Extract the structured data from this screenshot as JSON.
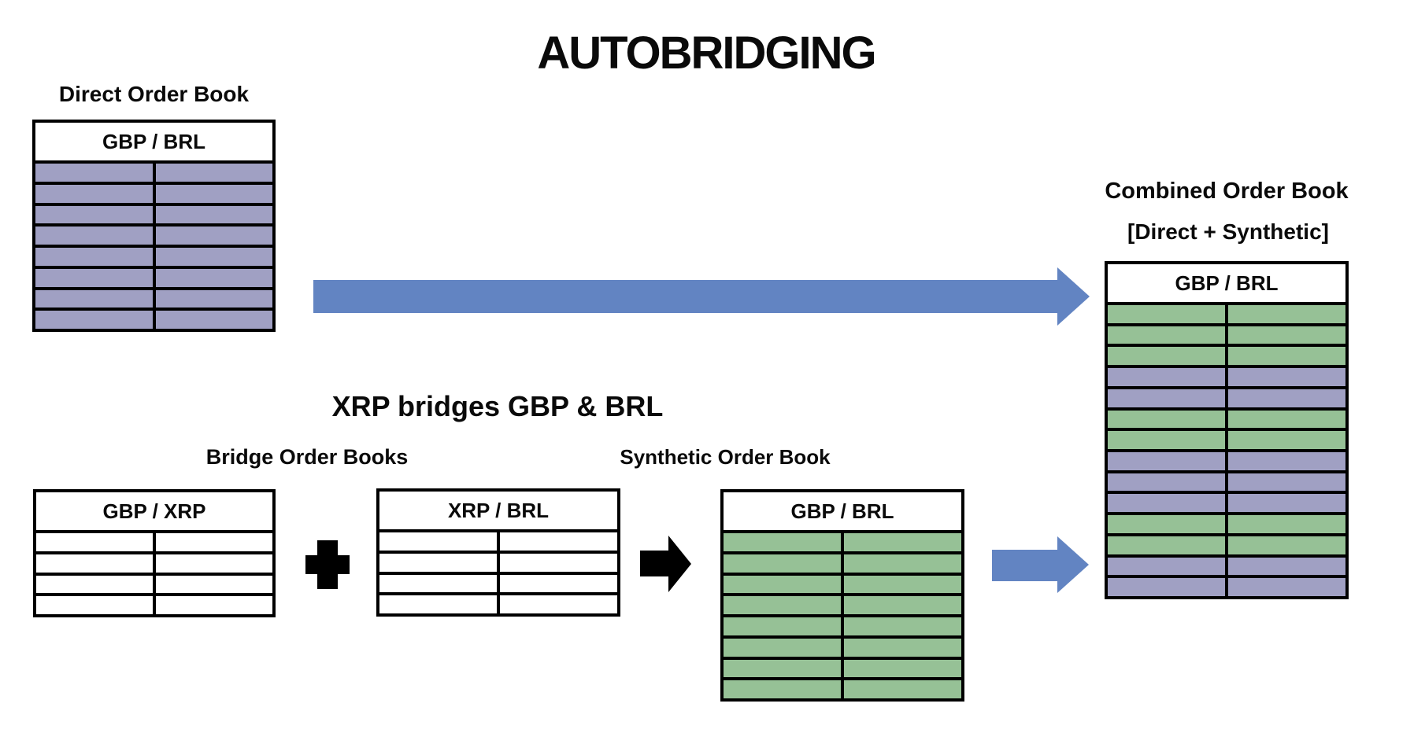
{
  "title": "AUTOBRIDGING",
  "direct_book": {
    "label": "Direct Order Book",
    "pair": "GBP / BRL",
    "row_fills": [
      "purple",
      "purple",
      "purple",
      "purple",
      "purple",
      "purple",
      "purple",
      "purple"
    ]
  },
  "bridge": {
    "heading": "XRP bridges GBP & BRL",
    "label": "Bridge Order Books",
    "plus": "+",
    "left_book": {
      "pair": "GBP / XRP",
      "row_fills": [
        "white",
        "white",
        "white",
        "white"
      ]
    },
    "right_book": {
      "pair": "XRP / BRL",
      "row_fills": [
        "white",
        "white",
        "white",
        "white"
      ]
    }
  },
  "synthetic_book": {
    "label": "Synthetic Order Book",
    "pair": "GBP / BRL",
    "row_fills": [
      "green",
      "green",
      "green",
      "green",
      "green",
      "green",
      "green",
      "green"
    ]
  },
  "combined_book": {
    "label": "Combined Order Book",
    "sublabel": "[Direct + Synthetic]",
    "pair": "GBP / BRL",
    "row_fills": [
      "green",
      "green",
      "green",
      "purple",
      "purple",
      "green",
      "green",
      "purple",
      "purple",
      "purple",
      "green",
      "green",
      "purple",
      "purple"
    ]
  },
  "colors": {
    "purple": "#A0A0C3",
    "green": "#96C196",
    "white": "#FFFFFF",
    "arrow_blue": "#6284C2",
    "arrow_black": "#000000"
  }
}
